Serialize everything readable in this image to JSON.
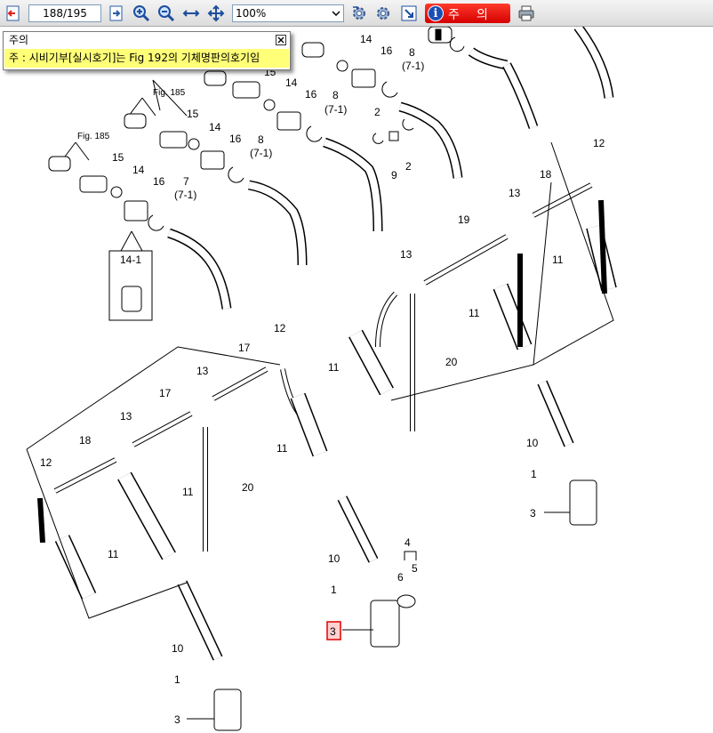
{
  "toolbar": {
    "page_indicator": "188/195",
    "zoom_value": "100%",
    "notice_label_1": "주",
    "notice_label_2": "의",
    "info_glyph": "i"
  },
  "popup": {
    "title": "주의",
    "message": "주 : 시비기부[실시호기]는 Fig 192의 기체명판의호기임"
  },
  "labels": {
    "fig185": "Fig. 185",
    "n1": "1",
    "n2": "2",
    "n3": "3",
    "n4": "4",
    "n5": "5",
    "n6": "6",
    "n7": "7",
    "n7_1": "(7-1)",
    "n8": "8",
    "n8_1": "(7-1)",
    "n9": "9",
    "n10": "10",
    "n11": "11",
    "n12": "12",
    "n13": "13",
    "n14": "14",
    "n14_1": "14-1",
    "n15": "15",
    "n16": "16",
    "n17": "17",
    "n18": "18",
    "n19": "19",
    "n20": "20"
  },
  "colors": {
    "notice_red": "#e00000",
    "popup_yellow": "#ffff78",
    "highlight_red": "#e00000",
    "highlight_fill": "#ffd0d0"
  }
}
